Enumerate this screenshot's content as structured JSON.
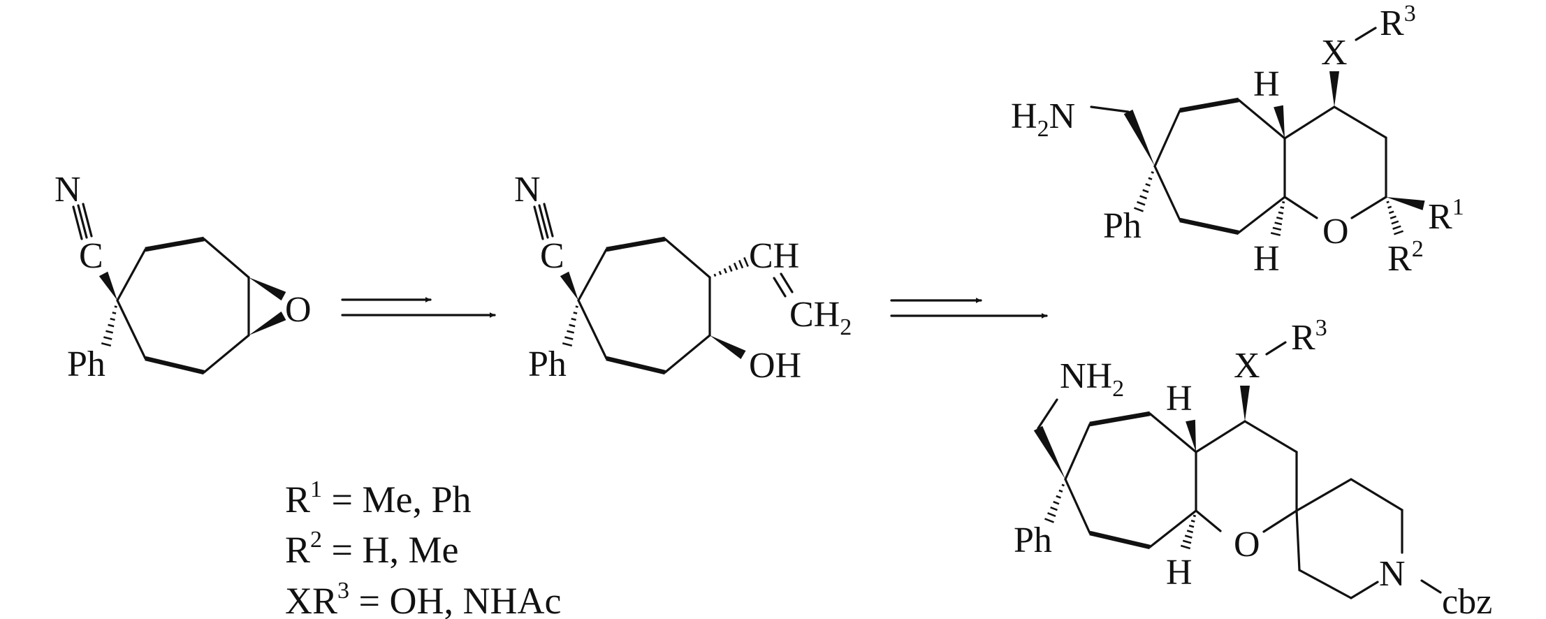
{
  "title": "Synthetic route from epoxide to bicyclic amines",
  "starting_material": {
    "nitrile_N": "N",
    "nitrile_C": "C",
    "epoxide_O": "O",
    "phenyl": "Ph"
  },
  "intermediate": {
    "nitrile_N": "N",
    "nitrile_C": "C",
    "vinyl_CH": "CH",
    "vinyl_CH2": {
      "main": "CH",
      "sub": "2"
    },
    "hydroxyl": "OH",
    "phenyl": "Ph"
  },
  "product_a": {
    "x_r3": {
      "x": "X",
      "r": "R",
      "sup": "3"
    },
    "amine": {
      "h": "H",
      "sub": "2",
      "n": "N"
    },
    "h_top": "H",
    "h_bottom": "H",
    "phenyl": "Ph",
    "ring_O": "O",
    "r1": {
      "r": "R",
      "sup": "1"
    },
    "r2": {
      "r": "R",
      "sup": "2"
    }
  },
  "product_b": {
    "x_r3": {
      "x": "X",
      "r": "R",
      "sup": "3"
    },
    "amine": {
      "n": "NH",
      "sub": "2"
    },
    "h_top": "H",
    "h_bottom": "H",
    "phenyl": "Ph",
    "ring_O": "O",
    "pip_N": "N",
    "protecting_group": "cbz"
  },
  "legend": [
    {
      "r": "R",
      "sup": "1",
      "value": " = Me, Ph"
    },
    {
      "r": "R",
      "sup": "2",
      "value": " = H, Me"
    },
    {
      "r": "XR",
      "sup": "3",
      "value": " = OH, NHAc"
    }
  ],
  "colors": {
    "ink": "#111111",
    "background": "#ffffff"
  }
}
